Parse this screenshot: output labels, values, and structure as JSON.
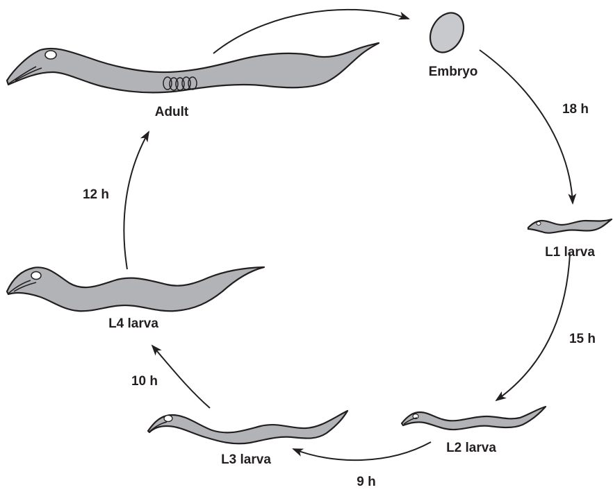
{
  "stages": {
    "adult": "Adult",
    "embryo": "Embryo",
    "l1": "L1 larva",
    "l2": "L2 larva",
    "l3": "L3 larva",
    "l4": "L4 larva"
  },
  "durations": {
    "embryo_to_l1": "18 h",
    "l1_to_l2": "15 h",
    "l2_to_l3": "9 h",
    "l3_to_l4": "10 h",
    "l4_to_adult": "12 h"
  },
  "colors": {
    "body_fill": "#b2b3b6",
    "outline": "#231f20",
    "embryo_fill": "#c8c9cc"
  }
}
